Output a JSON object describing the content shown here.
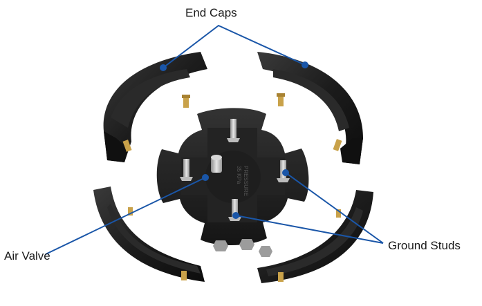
{
  "labels": {
    "end_caps": "End Caps",
    "air_valve": "Air Valve",
    "ground_studs": "Ground Studs"
  },
  "embossed_text": {
    "line1": "PRESSURE",
    "line2": "35 KPa"
  },
  "colors": {
    "leader_line": "#1a56a8",
    "part_body": "#1c1c1c",
    "part_highlight": "#3a3a3a",
    "stud_metal": "#b9b9b9",
    "brass": "#c9a24a"
  }
}
